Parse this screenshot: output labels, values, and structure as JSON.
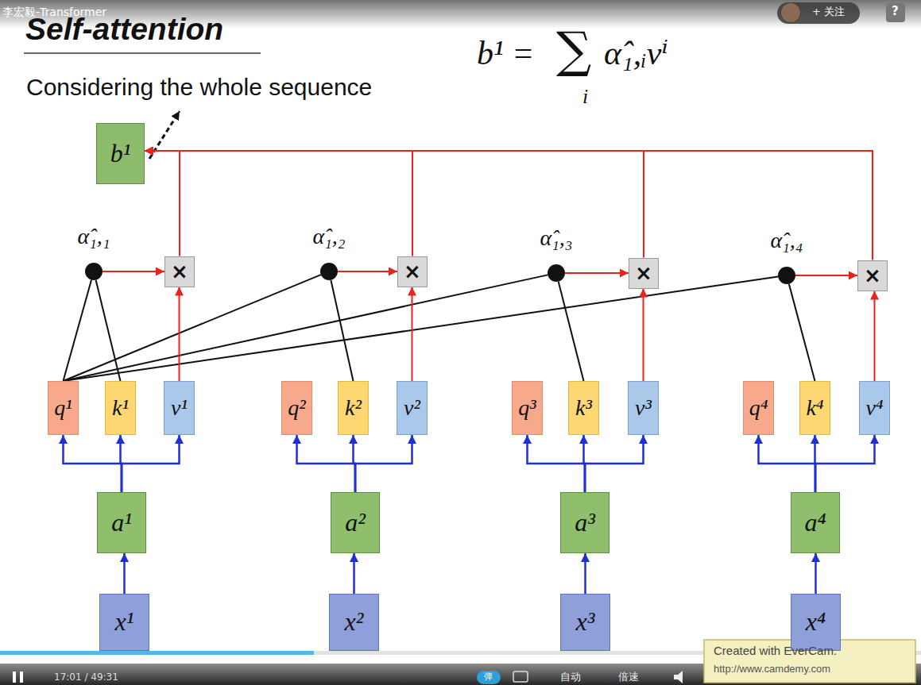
{
  "diagram": {
    "title": "Self-attention",
    "nodes": [
      {
        "text": [
          "b¹"
        ]
      },
      {
        "text": [
          "α̂₁,₁"
        ]
      },
      {
        "text": [
          "×"
        ]
      },
      {
        "text": [
          "α̂₁,₂"
        ]
      },
      {
        "text": [
          "×"
        ]
      },
      {
        "text": [
          "α̂₁,₃"
        ]
      },
      {
        "text": [
          "×"
        ]
      },
      {
        "text": [
          "α̂₁,₄"
        ]
      },
      {
        "text": [
          "×"
        ]
      },
      {
        "text": [
          "q¹"
        ]
      },
      {
        "text": [
          "k¹"
        ]
      },
      {
        "text": [
          "v¹"
        ]
      },
      {
        "text": [
          "q²"
        ]
      },
      {
        "text": [
          "k²"
        ]
      },
      {
        "text": [
          "v²"
        ]
      },
      {
        "text": [
          "q³"
        ]
      },
      {
        "text": [
          "k³"
        ]
      },
      {
        "text": [
          "v³"
        ]
      },
      {
        "text": [
          "q⁴"
        ]
      },
      {
        "text": [
          "k⁴"
        ]
      },
      {
        "text": [
          "v⁴"
        ]
      },
      {
        "text": [
          "a¹"
        ]
      },
      {
        "text": [
          "a²"
        ]
      },
      {
        "text": [
          "a³"
        ]
      },
      {
        "text": [
          "a⁴"
        ]
      },
      {
        "text": [
          "x¹"
        ]
      },
      {
        "text": [
          "x²"
        ]
      },
      {
        "text": [
          "x³"
        ]
      },
      {
        "text": [
          "x⁴"
        ]
      }
    ],
    "edges": [
      {
        "from": 25,
        "to": 21,
        "arrow": "to"
      },
      {
        "from": 21,
        "to": 9,
        "arrow": "to"
      },
      {
        "from": 21,
        "to": 10,
        "arrow": "to"
      },
      {
        "from": 21,
        "to": 11,
        "arrow": "to"
      },
      {
        "from": 26,
        "to": 22,
        "arrow": "to"
      },
      {
        "from": 22,
        "to": 12,
        "arrow": "to"
      },
      {
        "from": 22,
        "to": 13,
        "arrow": "to"
      },
      {
        "from": 22,
        "to": 14,
        "arrow": "to"
      },
      {
        "from": 27,
        "to": 23,
        "arrow": "to"
      },
      {
        "from": 23,
        "to": 15,
        "arrow": "to"
      },
      {
        "from": 23,
        "to": 16,
        "arrow": "to"
      },
      {
        "from": 23,
        "to": 17,
        "arrow": "to"
      },
      {
        "from": 28,
        "to": 24,
        "arrow": "to"
      },
      {
        "from": 24,
        "to": 18,
        "arrow": "to"
      },
      {
        "from": 24,
        "to": 19,
        "arrow": "to"
      },
      {
        "from": 24,
        "to": 20,
        "arrow": "to"
      },
      {
        "from": 9,
        "to": 1,
        "arrow": "none"
      },
      {
        "from": 10,
        "to": 1,
        "arrow": "none"
      },
      {
        "from": 9,
        "to": 3,
        "arrow": "none"
      },
      {
        "from": 13,
        "to": 3,
        "arrow": "none"
      },
      {
        "from": 9,
        "to": 5,
        "arrow": "none"
      },
      {
        "from": 16,
        "to": 5,
        "arrow": "none"
      },
      {
        "from": 9,
        "to": 7,
        "arrow": "none"
      },
      {
        "from": 19,
        "to": 7,
        "arrow": "none"
      },
      {
        "from": 1,
        "to": 2,
        "arrow": "to"
      },
      {
        "from": 3,
        "to": 4,
        "arrow": "to"
      },
      {
        "from": 5,
        "to": 6,
        "arrow": "to"
      },
      {
        "from": 7,
        "to": 8,
        "arrow": "to"
      },
      {
        "from": 11,
        "to": 2,
        "arrow": "to"
      },
      {
        "from": 14,
        "to": 4,
        "arrow": "to"
      },
      {
        "from": 17,
        "to": 6,
        "arrow": "to"
      },
      {
        "from": 20,
        "to": 8,
        "arrow": "to"
      },
      {
        "from": 2,
        "to": 0,
        "arrow": "to"
      },
      {
        "from": 4,
        "to": 0,
        "arrow": "to"
      },
      {
        "from": 6,
        "to": 0,
        "arrow": "to"
      },
      {
        "from": 8,
        "to": 0,
        "arrow": "to"
      }
    ],
    "labels": [
      "Considering the whole sequence",
      "b¹ =",
      "∑",
      "i",
      "α̂₁,ᵢvⁱ",
      "李宏毅-Transformer",
      "+ 关注",
      "?",
      "17:01 / 49:31",
      "弹",
      "自动",
      "倍速",
      "Created with EverCam.",
      "http://www.camdemy.com"
    ]
  }
}
